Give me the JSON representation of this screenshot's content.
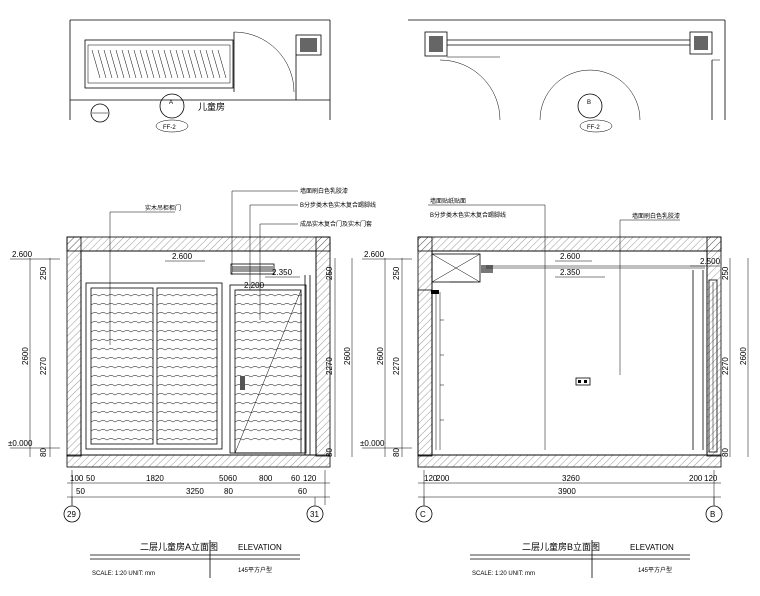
{
  "plans": {
    "left": {
      "marker_letter": "A",
      "marker_sheet": "FF-2",
      "room_label": "儿童房"
    },
    "right": {
      "marker_letter": "B",
      "marker_sheet": "FF-2"
    }
  },
  "elevation_a": {
    "annotations": [
      "墙面刷白色乳胶漆",
      "B分步类木色实木复合踢脚线",
      "实木吊柜柜门",
      "成品实木复合门及实木门套"
    ],
    "levels": {
      "top": "2.600",
      "ceiling": "2.600",
      "lower": "2.350",
      "door": "2.200",
      "floor": "±0.000"
    },
    "left_dims": [
      "250",
      "2600",
      "2270",
      "80"
    ],
    "right_dims": [
      "250",
      "2270",
      "2600",
      "80"
    ],
    "bottom_dims_row1": [
      "100",
      "50",
      "1820",
      "50",
      "60",
      "800",
      "60",
      "120"
    ],
    "bottom_dims_row2": [
      "50",
      "3250",
      "80",
      "60"
    ],
    "axis_left": "29",
    "axis_right": "31",
    "title": "二层儿童房A立面图",
    "title_en": "ELEVATION",
    "scale": "SCALE: 1:20   UNIT: mm",
    "project": "145平方户型"
  },
  "elevation_b": {
    "annotations": [
      "墙面贴纸贴面",
      "B分步类木色实木复合踢脚线",
      "墙面刷白色乳胶漆"
    ],
    "levels": {
      "top": "2.600",
      "ceiling": "2.600",
      "lower": "2.350",
      "right": "2.500",
      "floor": "±0.000"
    },
    "left_dims": [
      "250",
      "2270",
      "2600",
      "80"
    ],
    "right_dims": [
      "250",
      "2270",
      "2600",
      "80"
    ],
    "bottom_dims_row1": [
      "120",
      "200",
      "3260",
      "200",
      "120"
    ],
    "bottom_dims_row2": [
      "3900"
    ],
    "axis_left": "C",
    "axis_right": "B",
    "title": "二层儿童房B立面图",
    "title_en": "ELEVATION",
    "scale": "SCALE: 1:20   UNIT: mm",
    "project": "145平方户型"
  }
}
